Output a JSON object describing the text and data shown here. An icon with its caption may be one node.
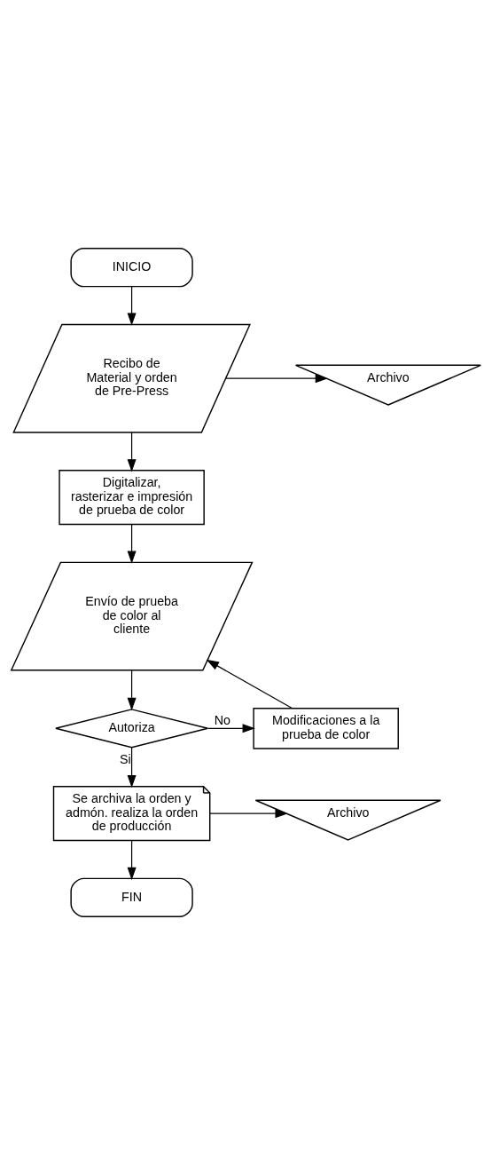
{
  "diagram": {
    "nodes": [
      {
        "text": [
          "INICIO"
        ]
      },
      {
        "text": [
          "Recibo de Material y orden de Pre-Press"
        ]
      },
      {
        "text": [
          "Archivo"
        ]
      },
      {
        "text": [
          "Digitalizar, rasterizar e impresión de prueba de color"
        ]
      },
      {
        "text": [
          "Envío de prueba de color al cliente"
        ]
      },
      {
        "text": [
          "Autoriza"
        ]
      },
      {
        "text": [
          "Modificaciones a la prueba de color"
        ]
      },
      {
        "text": [
          "Se archiva la orden y admón. realiza la orden de producción"
        ]
      },
      {
        "text": [
          "Archivo"
        ]
      },
      {
        "text": [
          "FIN"
        ]
      }
    ],
    "edges": [
      {
        "from": 0,
        "to": 1,
        "arrow": "to"
      },
      {
        "from": 1,
        "to": 2,
        "arrow": "to"
      },
      {
        "from": 1,
        "to": 3,
        "arrow": "to"
      },
      {
        "from": 3,
        "to": 4,
        "arrow": "to"
      },
      {
        "from": 4,
        "to": 5,
        "arrow": "to"
      },
      {
        "from": 5,
        "to": 6,
        "label": "No",
        "arrow": "to"
      },
      {
        "from": 6,
        "to": 4,
        "arrow": "to"
      },
      {
        "from": 5,
        "to": 7,
        "label": "Si",
        "arrow": "to"
      },
      {
        "from": 7,
        "to": 8,
        "arrow": "to"
      },
      {
        "from": 7,
        "to": 9,
        "arrow": "to"
      }
    ]
  }
}
